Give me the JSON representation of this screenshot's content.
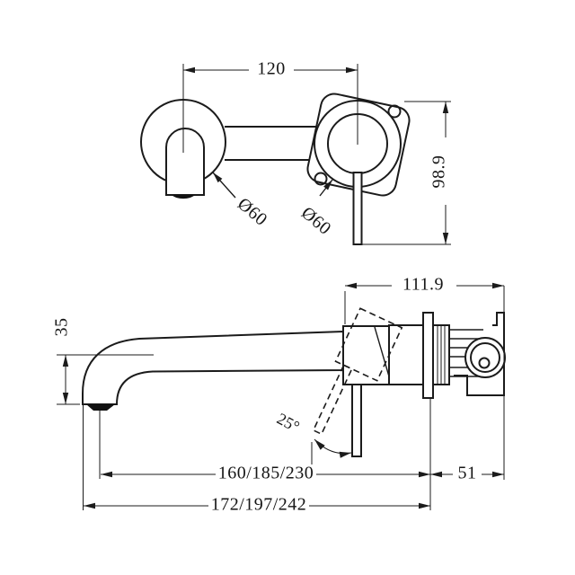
{
  "colors": {
    "background": "#ffffff",
    "line": "#1b1b1b",
    "text": "#161616"
  },
  "dims": {
    "hole_spacing": "120",
    "left_diameter": "Ø60",
    "right_diameter": "Ø60",
    "overall_height": "98.9",
    "spout_drop": "35",
    "body_depth": "111.9",
    "handle_angle": "25°",
    "spout_reach": "160/185/230",
    "wall_section": "51",
    "overall_reach": "172/197/242"
  }
}
